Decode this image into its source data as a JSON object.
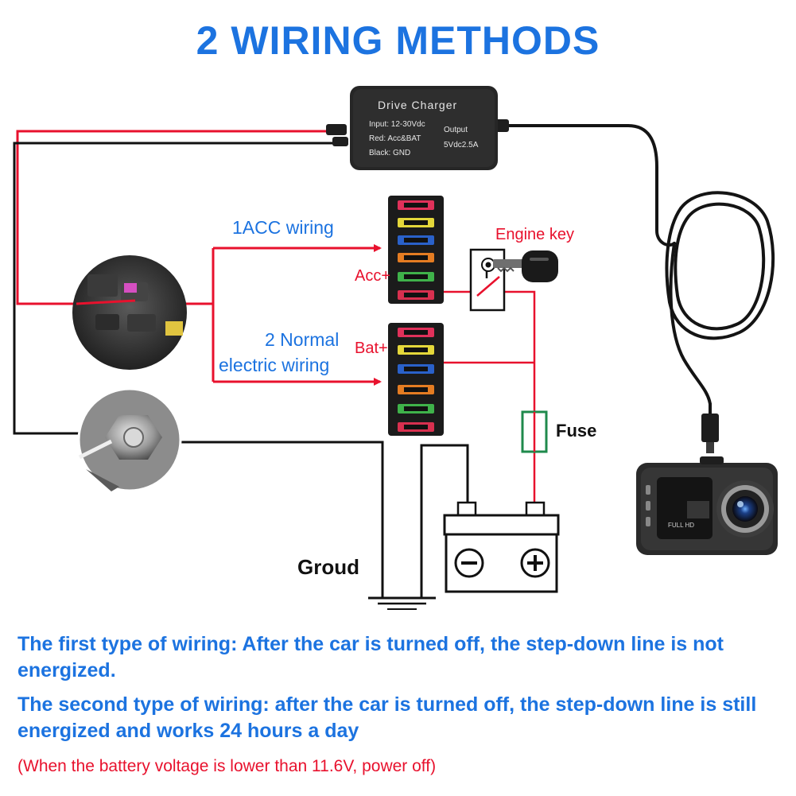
{
  "title": "2 WIRING METHODS",
  "charger": {
    "name": "Drive Charger",
    "input": "Input: 12-30Vdc",
    "red": "Red: Acc&BAT",
    "black": "Black: GND",
    "output_label": "Output",
    "output_value": "5Vdc2.5A"
  },
  "labels": {
    "acc_wiring": "1ACC wiring",
    "engine_key": "Engine key",
    "acc_plus": "Acc+",
    "normal_line1": "2 Normal",
    "normal_line2": "electric wiring",
    "bat_plus": "Bat+",
    "fuse": "Fuse",
    "ground": "Groud"
  },
  "camera": {
    "badge": "FULL HD"
  },
  "captions": {
    "first": "The first type of wiring: After the car is turned off, the step-down line is not energized.",
    "second": "The second type of wiring: after the car is turned off, the step-down line is still energized and works 24 hours a day",
    "note": "(When the battery voltage is lower than 11.6V, power off)"
  },
  "colors": {
    "title_blue": "#1c73e0",
    "wire_red": "#e8112d",
    "wire_black": "#111111",
    "fuse_green": "#1f8a4c"
  },
  "icons": [
    "minus-icon",
    "plus-icon",
    "key-icon",
    "ground-symbol-icon"
  ]
}
